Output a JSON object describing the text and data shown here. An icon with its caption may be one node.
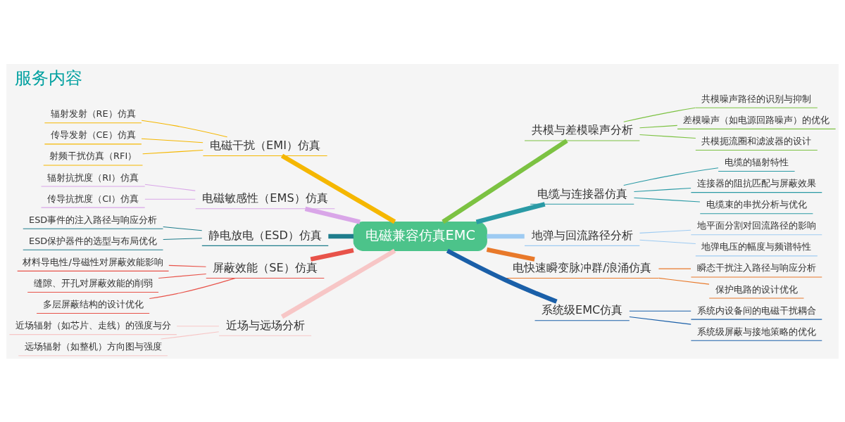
{
  "diagram": {
    "title": "服务内容",
    "nodes": [
      {
        "text": [
          "电磁兼容仿真EMC"
        ]
      },
      {
        "text": [
          "电磁干扰（EMI）仿真"
        ]
      },
      {
        "text": [
          "辐射发射（RE）仿真"
        ]
      },
      {
        "text": [
          "传导发射（CE）仿真"
        ]
      },
      {
        "text": [
          "射频干扰仿真（RFI）"
        ]
      },
      {
        "text": [
          "电磁敏感性（EMS）仿真"
        ]
      },
      {
        "text": [
          "辐射抗扰度（RI）仿真"
        ]
      },
      {
        "text": [
          "传导抗扰度（CI）仿真"
        ]
      },
      {
        "text": [
          "静电放电（ESD）仿真"
        ]
      },
      {
        "text": [
          "ESD事件的注入路径与响应分析"
        ]
      },
      {
        "text": [
          "ESD保护器件的选型与布局优化"
        ]
      },
      {
        "text": [
          "屏蔽效能（SE）仿真"
        ]
      },
      {
        "text": [
          "材料导电性/导磁性对屏蔽效能影响"
        ]
      },
      {
        "text": [
          "缝隙、开孔对屏蔽效能的削弱"
        ]
      },
      {
        "text": [
          "多层屏蔽结构的设计优化"
        ]
      },
      {
        "text": [
          "近场与远场分析"
        ]
      },
      {
        "text": [
          "近场辐射（如芯片、走线）的强度与分"
        ]
      },
      {
        "text": [
          "远场辐射（如整机）方向图与强度"
        ]
      },
      {
        "text": [
          "共模与差模噪声分析"
        ]
      },
      {
        "text": [
          "共模噪声路径的识别与抑制"
        ]
      },
      {
        "text": [
          "差模噪声（如电源回路噪声）的优化"
        ]
      },
      {
        "text": [
          "共模扼流圈和滤波器的设计"
        ]
      },
      {
        "text": [
          "电缆与连接器仿真"
        ]
      },
      {
        "text": [
          "电缆的辐射特性"
        ]
      },
      {
        "text": [
          "连接器的阻抗匹配与屏蔽效果"
        ]
      },
      {
        "text": [
          "电缆束的串扰分析与优化"
        ]
      },
      {
        "text": [
          "地弹与回流路径分析"
        ]
      },
      {
        "text": [
          "地平面分割对回流路径的影响"
        ]
      },
      {
        "text": [
          "地弹电压的幅度与频谱特性"
        ]
      },
      {
        "text": [
          "电快速瞬变脉冲群/浪涌仿真"
        ]
      },
      {
        "text": [
          "瞬态干扰注入路径与响应分析"
        ]
      },
      {
        "text": [
          "保护电路的设计优化"
        ]
      },
      {
        "text": [
          "系统级EMC仿真"
        ]
      },
      {
        "text": [
          "系统内设备间的电磁干扰耦合"
        ]
      },
      {
        "text": [
          "系统级屏蔽与接地策略的优化"
        ]
      }
    ],
    "edges": [
      {
        "from": 0,
        "to": 1,
        "arrow": "none",
        "style": "thick",
        "color": "#f5b700"
      },
      {
        "from": 1,
        "to": 2,
        "arrow": "none",
        "color": "#f5b700"
      },
      {
        "from": 1,
        "to": 3,
        "arrow": "none",
        "color": "#f5b700"
      },
      {
        "from": 1,
        "to": 4,
        "arrow": "none",
        "color": "#f5b700"
      },
      {
        "from": 0,
        "to": 5,
        "arrow": "none",
        "style": "thick",
        "color": "#d9a6e8"
      },
      {
        "from": 5,
        "to": 6,
        "arrow": "none",
        "color": "#d9a6e8"
      },
      {
        "from": 5,
        "to": 7,
        "arrow": "none",
        "color": "#d9a6e8"
      },
      {
        "from": 0,
        "to": 8,
        "arrow": "none",
        "style": "thick",
        "color": "#1f7d8c"
      },
      {
        "from": 8,
        "to": 9,
        "arrow": "none",
        "color": "#1f7d8c"
      },
      {
        "from": 8,
        "to": 10,
        "arrow": "none",
        "color": "#1f7d8c"
      },
      {
        "from": 0,
        "to": 11,
        "arrow": "none",
        "style": "thick",
        "color": "#e8534a"
      },
      {
        "from": 11,
        "to": 12,
        "arrow": "none",
        "color": "#e8534a"
      },
      {
        "from": 11,
        "to": 13,
        "arrow": "none",
        "color": "#e8534a"
      },
      {
        "from": 11,
        "to": 14,
        "arrow": "none",
        "color": "#e8534a"
      },
      {
        "from": 0,
        "to": 15,
        "arrow": "none",
        "style": "thick",
        "color": "#f7c6c6"
      },
      {
        "from": 15,
        "to": 16,
        "arrow": "none",
        "color": "#f7c6c6"
      },
      {
        "from": 15,
        "to": 17,
        "arrow": "none",
        "color": "#f7c6c6"
      },
      {
        "from": 0,
        "to": 18,
        "arrow": "none",
        "style": "thick",
        "color": "#7cc242"
      },
      {
        "from": 18,
        "to": 19,
        "arrow": "none",
        "color": "#7cc242"
      },
      {
        "from": 18,
        "to": 20,
        "arrow": "none",
        "color": "#7cc242"
      },
      {
        "from": 18,
        "to": 21,
        "arrow": "none",
        "color": "#7cc242"
      },
      {
        "from": 0,
        "to": 22,
        "arrow": "none",
        "style": "thick",
        "color": "#2a9aa5"
      },
      {
        "from": 22,
        "to": 23,
        "arrow": "none",
        "color": "#2a9aa5"
      },
      {
        "from": 22,
        "to": 24,
        "arrow": "none",
        "color": "#2a9aa5"
      },
      {
        "from": 22,
        "to": 25,
        "arrow": "none",
        "color": "#2a9aa5"
      },
      {
        "from": 0,
        "to": 26,
        "arrow": "none",
        "style": "thick",
        "color": "#9ecbf2"
      },
      {
        "from": 26,
        "to": 27,
        "arrow": "none",
        "color": "#9ecbf2"
      },
      {
        "from": 26,
        "to": 28,
        "arrow": "none",
        "color": "#9ecbf2"
      },
      {
        "from": 0,
        "to": 29,
        "arrow": "none",
        "style": "thick",
        "color": "#e8792a"
      },
      {
        "from": 29,
        "to": 30,
        "arrow": "none",
        "color": "#e8792a"
      },
      {
        "from": 29,
        "to": 31,
        "arrow": "none",
        "color": "#e8792a"
      },
      {
        "from": 0,
        "to": 32,
        "arrow": "none",
        "style": "thick",
        "color": "#1a5fa8"
      },
      {
        "from": 32,
        "to": 33,
        "arrow": "none",
        "color": "#1a5fa8"
      },
      {
        "from": 32,
        "to": 34,
        "arrow": "none",
        "color": "#1a5fa8"
      }
    ]
  }
}
